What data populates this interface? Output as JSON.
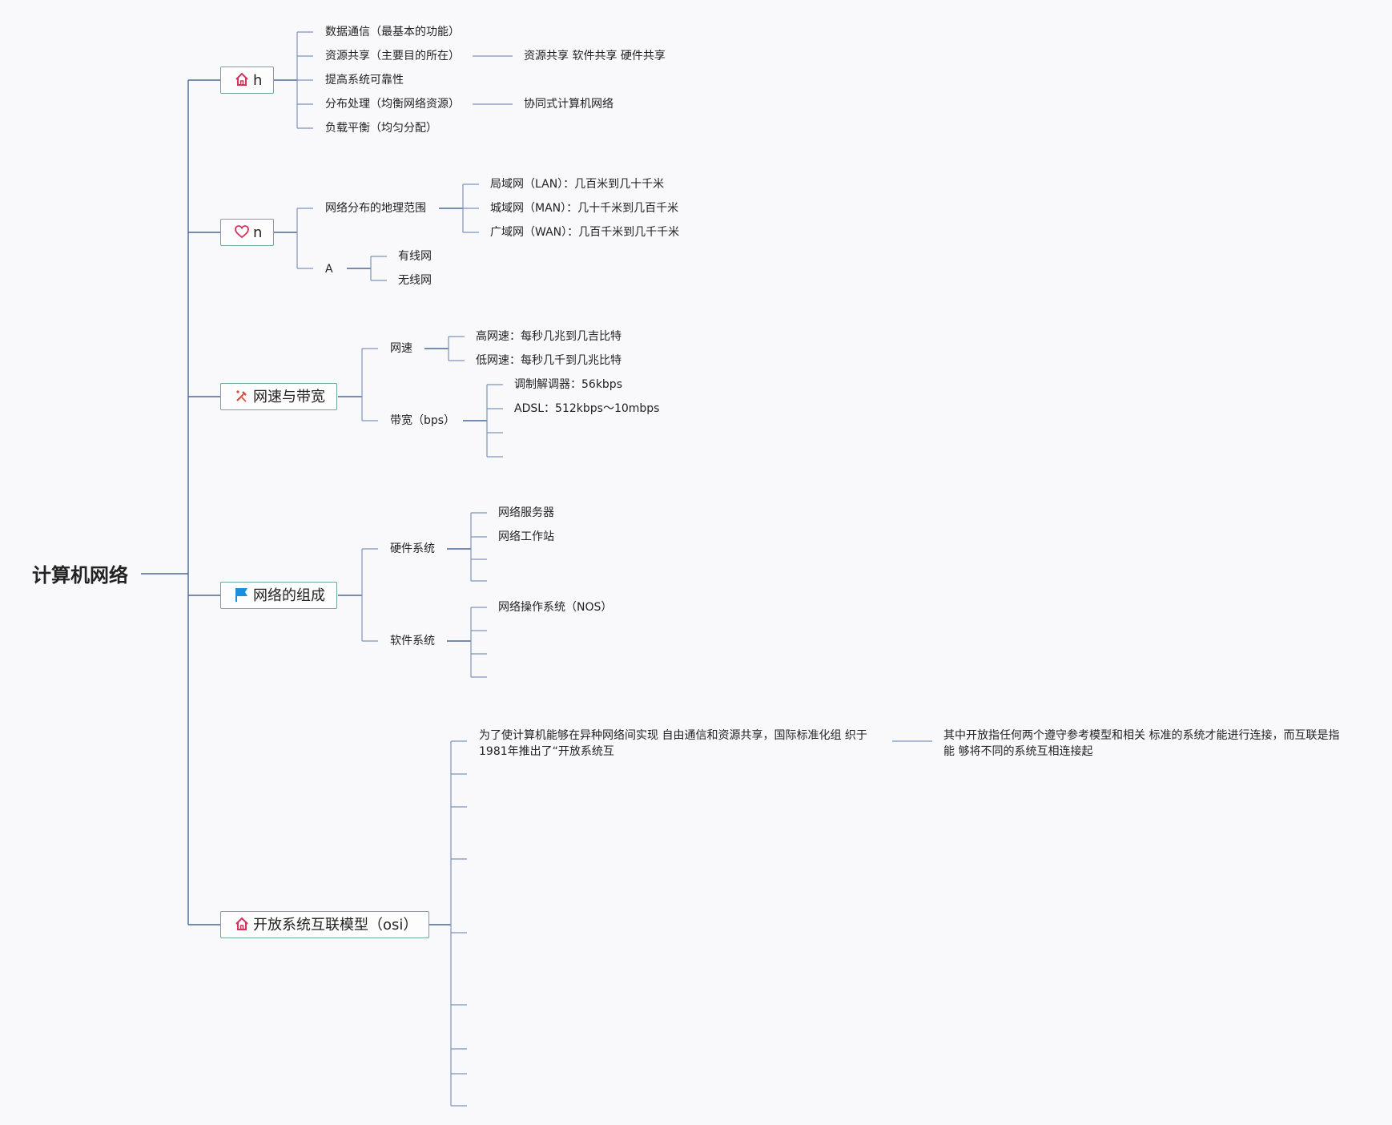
{
  "root": "计算机网络",
  "branches": [
    {
      "label": "h",
      "icon": "house-icon",
      "children": [
        "数据通信（最基本的功能）",
        "资源共享（主要目的所在）",
        "提高系统可靠性",
        "分布处理（均衡网络资源）",
        "负载平衡（均匀分配）"
      ],
      "extra": [
        "资源共享 软件共享 硬件共享",
        "协同式计算机网络"
      ]
    },
    {
      "label": "n",
      "icon": "heart-icon",
      "sub1": {
        "label": "网络分布的地理范围",
        "children": [
          "局域网（LAN）：几百米到几十千米",
          "城域网（MAN）：几十千米到几百千米",
          "广域网（WAN）：几百千米到几千千米"
        ]
      },
      "sub2": {
        "label": "A",
        "children": [
          "有线网",
          "无线网"
        ]
      }
    },
    {
      "label": "网速与带宽",
      "icon": "tools-icon",
      "sub1": {
        "label": "网速",
        "children": [
          "高网速：每秒几兆到几吉比特",
          "低网速：每秒几千到几兆比特"
        ]
      },
      "sub2": {
        "label": "带宽（bps）",
        "children": [
          "调制解调器：56kbps",
          "ADSL：512kbps～10mbps"
        ]
      }
    },
    {
      "label": "网络的组成",
      "icon": "flag-icon",
      "sub1": {
        "label": "硬件系统",
        "children": [
          "网络服务器",
          "网络工作站"
        ]
      },
      "sub2": {
        "label": "软件系统",
        "children": [
          "网络操作系统（NOS）"
        ]
      }
    },
    {
      "label": "开放系统互联模型（osi）",
      "icon": "house-icon",
      "para1": "为了使计算机能够在异种网络间实现 自由通信和资源共享，国际标准化组 织于1981年推出了“开放系统互",
      "para2": "其中开放指任何两个遵守参考模型和相关 标准的系统才能进行连接，而互联是指能 够将不同的系统互相连接起"
    }
  ],
  "colors": {
    "line": "#4a6996",
    "topic_border": "#6fa79a",
    "house_icon": "#d8325a",
    "heart_icon": "#d8325a",
    "flag_icon": "#1a8fe0",
    "tools_icon": "#d84a3a"
  }
}
